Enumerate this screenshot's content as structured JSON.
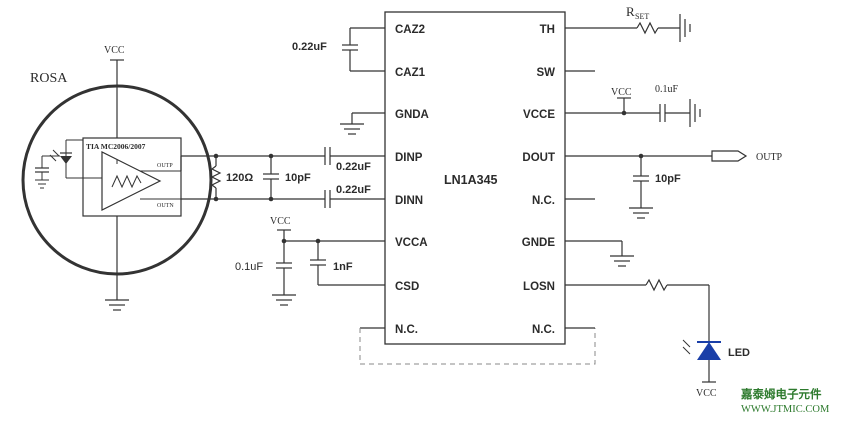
{
  "chip": {
    "name": "LN1A345",
    "left_pins": [
      "CAZ2",
      "CAZ1",
      "GNDA",
      "DINP",
      "DINN",
      "VCCA",
      "CSD",
      "N.C."
    ],
    "right_pins": [
      "TH",
      "SW",
      "VCCE",
      "DOUT",
      "N.C.",
      "GNDE",
      "LOSN",
      "N.C."
    ]
  },
  "rosa": {
    "title": "ROSA",
    "ic_label": "TIA MC2006/2007",
    "out_p": "OUTP",
    "out_n": "OUTN",
    "vcc": "VCC"
  },
  "components": {
    "c_caz": "0.22uF",
    "c_dinp": "0.22uF",
    "c_dinn": "0.22uF",
    "r_term": "120Ω",
    "c_term": "10pF",
    "c_vcca": "0.1uF",
    "c_csd": "1nF",
    "c_vcce": "0.1uF",
    "c_dout": "10pF",
    "rset_main": "R",
    "rset_sub": "SET",
    "vcc_a": "VCC",
    "vcc_e": "VCC",
    "vcc_led": "VCC",
    "led": "LED",
    "out_label": "OUTP"
  },
  "watermark": {
    "cn": "嘉泰姆电子元件",
    "url": "WWW.JTMIC.COM"
  },
  "colors": {
    "wire": "#333333",
    "led": "#1a3fa8",
    "watermark": "#2d7a2d"
  }
}
